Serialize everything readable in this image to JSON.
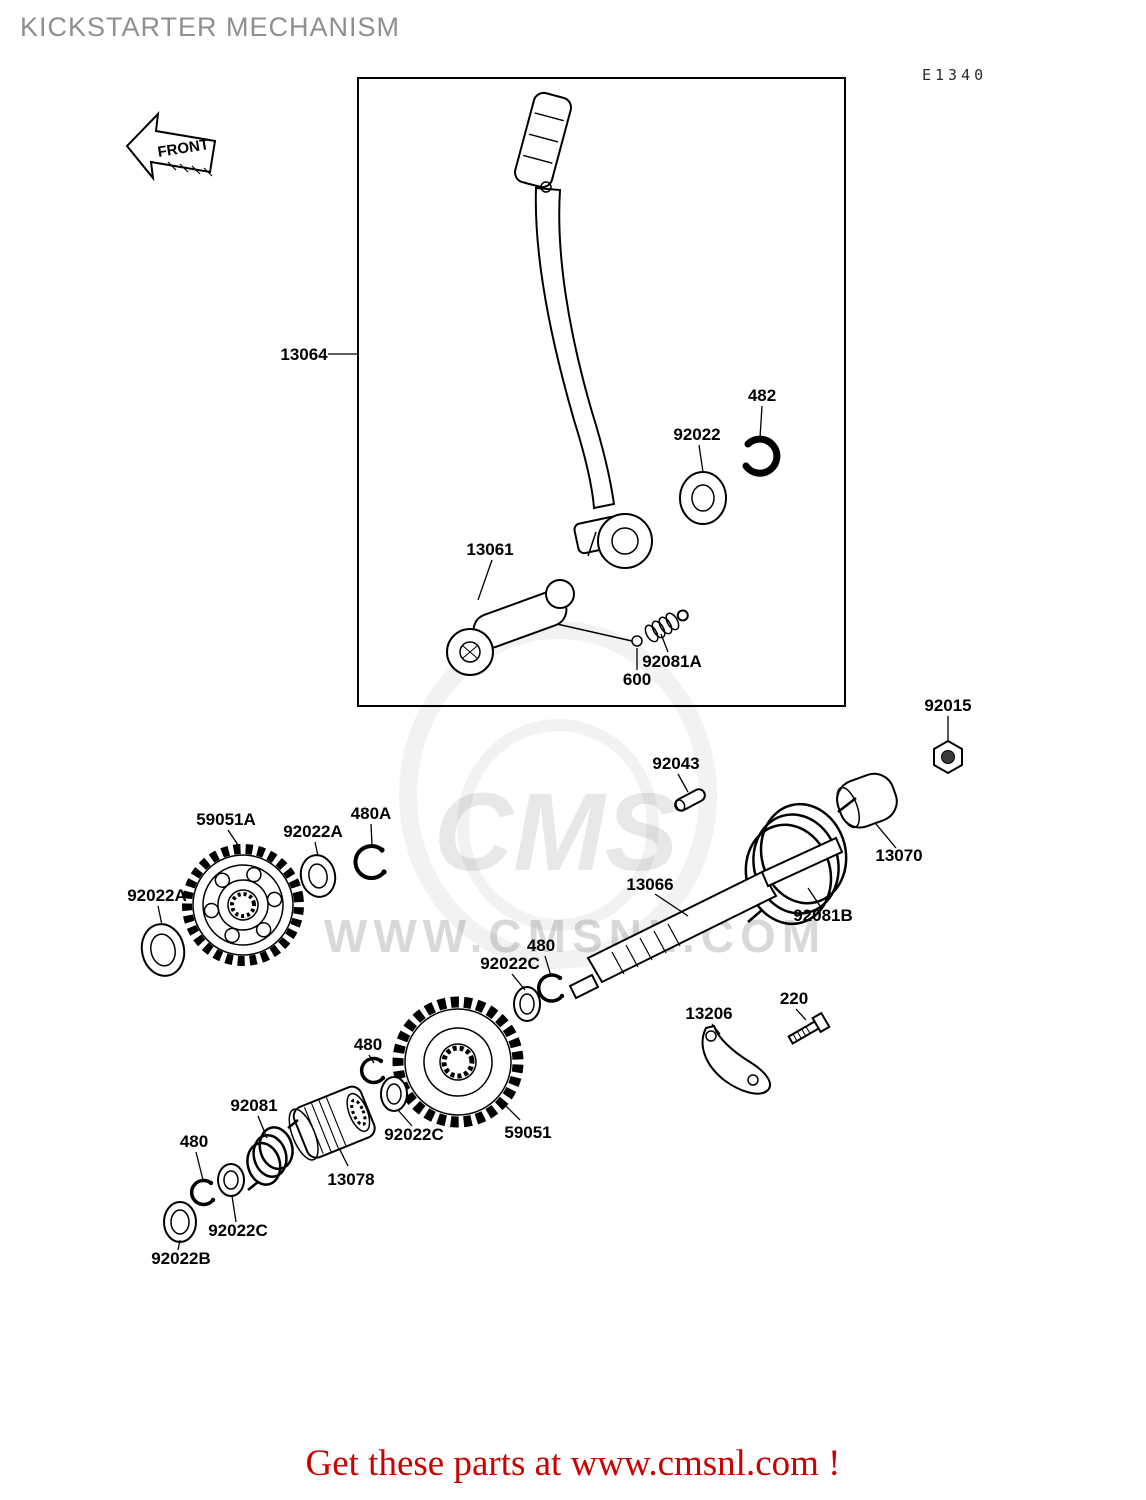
{
  "page": {
    "title": "KICKSTARTER MECHANISM",
    "diagram_code": "E1340",
    "front_label": "FRONT",
    "footer_text": "Get these parts at www.cmsnl.com !",
    "watermark_text": "WWW.CMSNL.COM",
    "watermark_logo": "CMS",
    "colors": {
      "footer_red": "#cc0000",
      "title_gray": "#8f8f8f",
      "line_black": "#000000"
    }
  },
  "part_labels": [
    {
      "part": "13064"
    },
    {
      "part": "482"
    },
    {
      "part": "92022"
    },
    {
      "part": "13061"
    },
    {
      "part": "92081A"
    },
    {
      "part": "600"
    },
    {
      "part": "92015"
    },
    {
      "part": "92043"
    },
    {
      "part": "13070"
    },
    {
      "part": "13066"
    },
    {
      "part": "92081B"
    },
    {
      "part": "59051A"
    },
    {
      "part": "92022A"
    },
    {
      "part": "480A"
    },
    {
      "part": "92022A"
    },
    {
      "part": "480"
    },
    {
      "part": "92022C"
    },
    {
      "part": "13206"
    },
    {
      "part": "220"
    },
    {
      "part": "480"
    },
    {
      "part": "92081"
    },
    {
      "part": "92022C"
    },
    {
      "part": "59051"
    },
    {
      "part": "13078"
    },
    {
      "part": "480"
    },
    {
      "part": "92022C"
    },
    {
      "part": "92022B"
    }
  ]
}
